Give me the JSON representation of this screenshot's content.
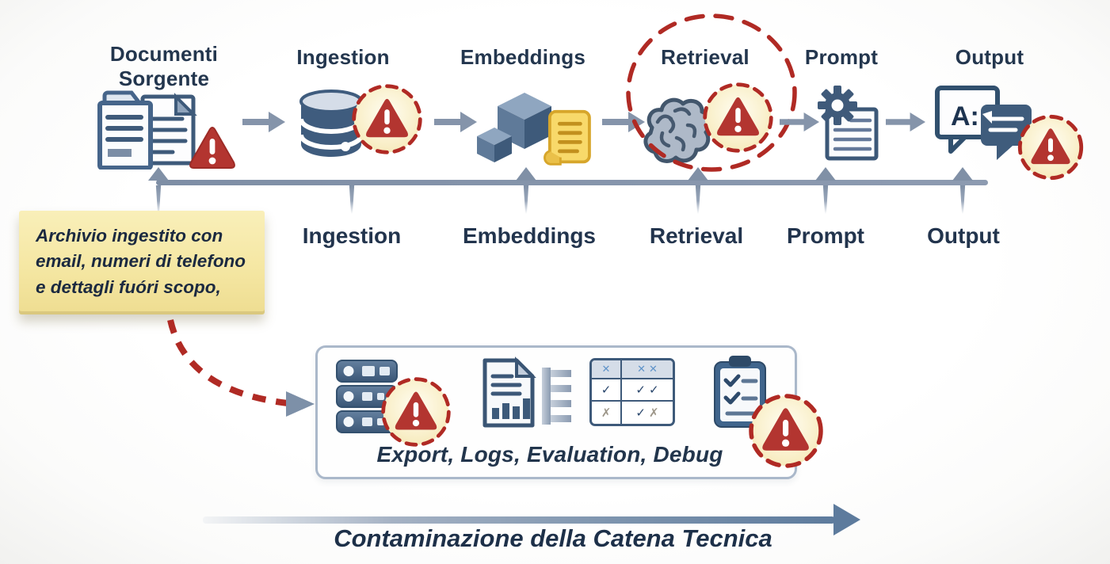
{
  "colors": {
    "navy_text": "#23364e",
    "steel_blue": "#3e5a7a",
    "timeline_gray": "#8090a6",
    "alert_red": "#b33530",
    "dashed_red": "#b02a24",
    "warning_fill": "#faf1cd",
    "note_yellow": "#f5e7a3",
    "scroll_gold": "#f8d96a"
  },
  "pipeline": {
    "answer_prefix": "A:",
    "stages": [
      {
        "label": "Documenti Sorgente"
      },
      {
        "label": "Ingestion"
      },
      {
        "label": "Embeddings"
      },
      {
        "label": "Retrieval"
      },
      {
        "label": "Prompt"
      },
      {
        "label": "Output"
      }
    ]
  },
  "timeline": {
    "labels": [
      "Ingestion",
      "Embeddings",
      "Retrieval",
      "Prompt",
      "Output"
    ]
  },
  "note": {
    "lines": [
      "Archivio ingestito con",
      "email, numeri di telefono",
      "e dettagli fuóri scopo,"
    ]
  },
  "tools_box": {
    "caption": "Export, Logs, Evaluation, Debug",
    "evaluation_table": {
      "h1": "✕",
      "h2a": "✕",
      "h2b": "✕",
      "c1": "✓",
      "c2a": "✓",
      "c2b": "✓",
      "c3": "✗",
      "c4a": "✓",
      "c4b": "✗"
    }
  },
  "footer": {
    "caption": "Contaminazione della Catena Tecnica"
  }
}
